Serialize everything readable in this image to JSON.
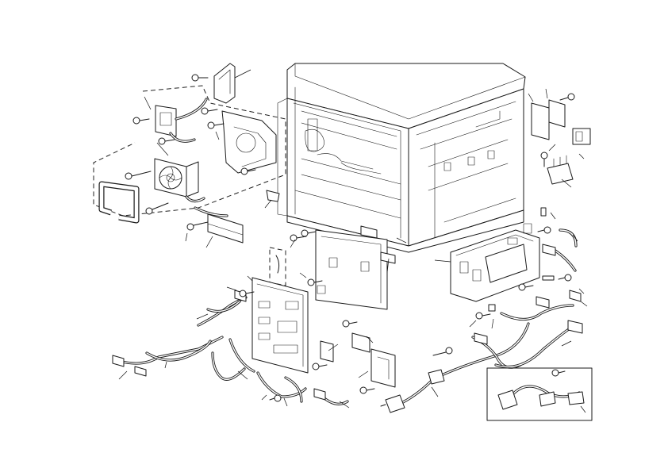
{
  "diagram": {
    "accent_color": "#1a1a1a",
    "background_color": "#ffffff",
    "parts": [
      {
        "id": "main-frame",
        "icon": "machine-frame"
      },
      {
        "id": "fan-duct-bracket",
        "icon": "bracket"
      },
      {
        "id": "exhaust-fan",
        "icon": "fan"
      },
      {
        "id": "fan-gasket",
        "icon": "gasket"
      },
      {
        "id": "power-supply-unit",
        "icon": "circuit-board"
      },
      {
        "id": "controller-board",
        "icon": "circuit-board"
      },
      {
        "id": "board-bracket",
        "icon": "bracket"
      },
      {
        "id": "power-cord",
        "icon": "plug"
      },
      {
        "id": "main-switch",
        "icon": "switch"
      },
      {
        "id": "transformer",
        "icon": "transformer"
      },
      {
        "id": "harness-set",
        "icon": "wire-harness"
      },
      {
        "id": "screws",
        "icon": "screw"
      }
    ]
  }
}
